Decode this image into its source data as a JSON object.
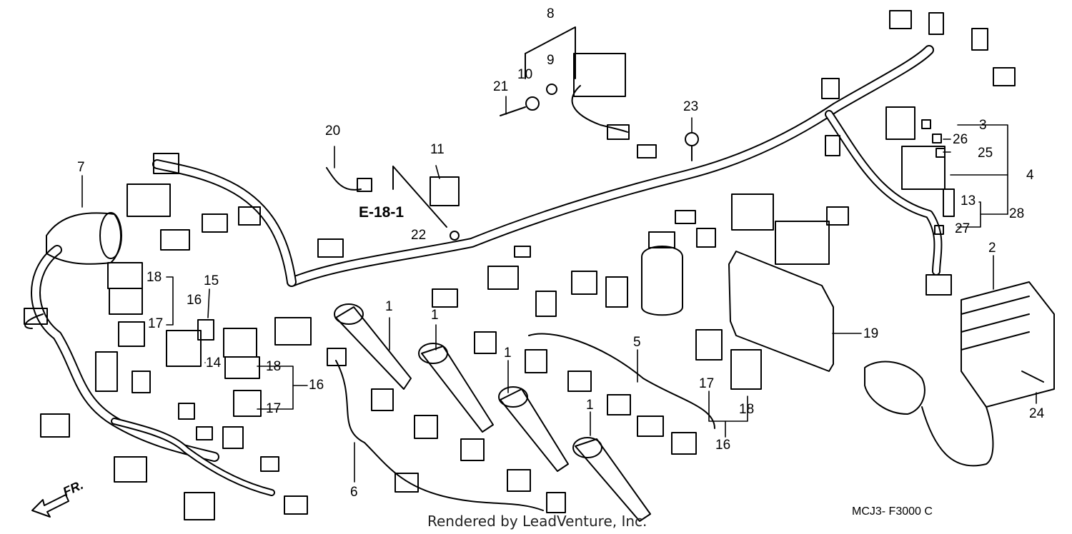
{
  "diagram": {
    "callouts": [
      "1",
      "1",
      "1",
      "1",
      "2",
      "3",
      "4",
      "5",
      "6",
      "7",
      "8",
      "9",
      "10",
      "11",
      "13",
      "14",
      "15",
      "16",
      "16",
      "16",
      "17",
      "17",
      "17",
      "18",
      "18",
      "18",
      "19",
      "20",
      "21",
      "22",
      "23",
      "24",
      "25",
      "26",
      "27",
      "28"
    ],
    "reference": "E-18-1",
    "front_indicator": "FR.",
    "figure_code": "MCJ3- F3000 C",
    "credit": "Rendered by LeadVenture, Inc."
  }
}
